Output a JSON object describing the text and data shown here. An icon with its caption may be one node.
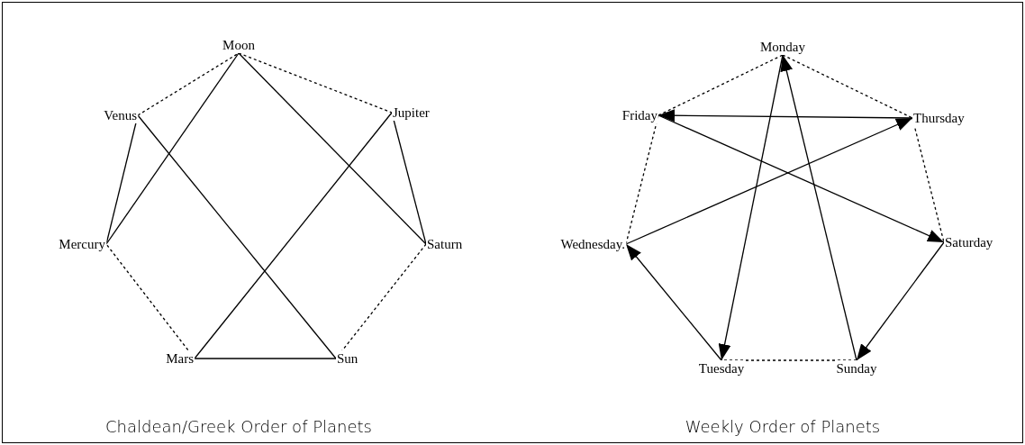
{
  "diagram": {
    "nodes": [
      {
        "text": [
          "Moon"
        ]
      },
      {
        "text": [
          "Venus"
        ]
      },
      {
        "text": [
          "Jupiter"
        ]
      },
      {
        "text": [
          "Mercury"
        ]
      },
      {
        "text": [
          "Saturn"
        ]
      },
      {
        "text": [
          "Mars"
        ]
      },
      {
        "text": [
          "Sun"
        ]
      },
      {
        "text": [
          "Monday"
        ]
      },
      {
        "text": [
          "Friday"
        ]
      },
      {
        "text": [
          "Thursday"
        ]
      },
      {
        "text": [
          "Wednesday."
        ]
      },
      {
        "text": [
          "Saturday"
        ]
      },
      {
        "text": [
          "Tuesday"
        ]
      },
      {
        "text": [
          "Sunday"
        ]
      }
    ],
    "edges": [
      {
        "from": 0,
        "to": 2,
        "arrow": "none",
        "style": "dashed"
      },
      {
        "from": 2,
        "to": 4,
        "arrow": "none"
      },
      {
        "from": 4,
        "to": 6,
        "arrow": "none",
        "style": "dashed"
      },
      {
        "from": 6,
        "to": 5,
        "arrow": "none"
      },
      {
        "from": 5,
        "to": 3,
        "arrow": "none",
        "style": "dashed"
      },
      {
        "from": 3,
        "to": 1,
        "arrow": "none"
      },
      {
        "from": 1,
        "to": 0,
        "arrow": "none",
        "style": "dashed"
      },
      {
        "from": 0,
        "to": 3,
        "arrow": "none"
      },
      {
        "from": 0,
        "to": 4,
        "arrow": "none"
      },
      {
        "from": 1,
        "to": 6,
        "arrow": "none"
      },
      {
        "from": 2,
        "to": 5,
        "arrow": "none"
      },
      {
        "from": 13,
        "to": 7,
        "arrow": "to"
      },
      {
        "from": 7,
        "to": 12,
        "arrow": "to"
      },
      {
        "from": 12,
        "to": 10,
        "arrow": "to"
      },
      {
        "from": 10,
        "to": 9,
        "arrow": "to"
      },
      {
        "from": 9,
        "to": 8,
        "arrow": "to"
      },
      {
        "from": 8,
        "to": 11,
        "arrow": "to"
      },
      {
        "from": 11,
        "to": 13,
        "arrow": "to"
      },
      {
        "from": 7,
        "to": 9,
        "arrow": "none",
        "style": "dashed"
      },
      {
        "from": 9,
        "to": 11,
        "arrow": "none",
        "style": "dashed"
      },
      {
        "from": 13,
        "to": 12,
        "arrow": "none",
        "style": "dashed"
      },
      {
        "from": 10,
        "to": 8,
        "arrow": "none",
        "style": "dashed"
      },
      {
        "from": 8,
        "to": 7,
        "arrow": "none",
        "style": "dashed"
      }
    ],
    "labels": [
      "Chaldean/Greek Order of Planets",
      "Weekly Order of Planets"
    ]
  }
}
